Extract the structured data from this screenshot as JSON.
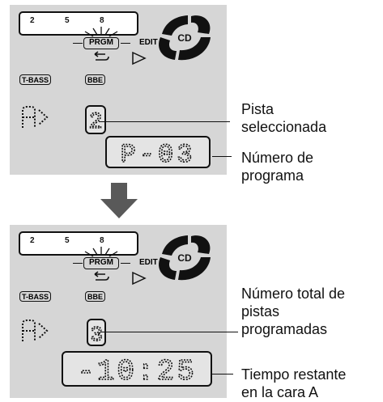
{
  "display": {
    "track_numbers": [
      "2",
      "5",
      "8"
    ],
    "prgm_label": "PRGM",
    "edit_label": "EDIT",
    "tbass_label": "T-BASS",
    "bbe_label": "BBE",
    "cd_label": "CD"
  },
  "top_state": {
    "program_digit": "2",
    "program_number_text": "P-03"
  },
  "bottom_state": {
    "total_digit": "3",
    "time_text": "-10:25"
  },
  "annotations": {
    "selected_track": [
      "Pista",
      "seleccionada"
    ],
    "program_number": [
      "Número de",
      "programa"
    ],
    "total_programmed": [
      "Número total de",
      "pistas",
      "programadas"
    ],
    "remaining_time": [
      "Tiempo restante",
      "en la cara A"
    ]
  },
  "colors": {
    "panel": "#d6d6d6",
    "arrow": "#595959",
    "ink": "#111111"
  }
}
